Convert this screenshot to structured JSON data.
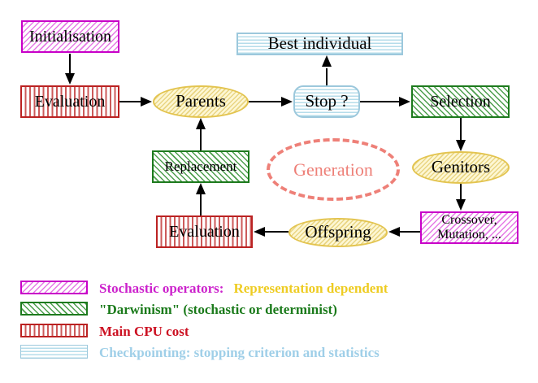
{
  "diagram": {
    "nodes": {
      "initialisation": {
        "label": "Initialisation"
      },
      "evaluation_top": {
        "label": "Evaluation"
      },
      "parents": {
        "label": "Parents"
      },
      "best_individual": {
        "label": "Best individual"
      },
      "stop": {
        "label": "Stop ?"
      },
      "selection": {
        "label": "Selection"
      },
      "replacement": {
        "label": "Replacement"
      },
      "generation": {
        "label": "Generation"
      },
      "genitors": {
        "label": "Genitors"
      },
      "crossover_mutation": {
        "line1": "Crossover,",
        "line2": "Mutation, ..."
      },
      "offspring": {
        "label": "Offspring"
      },
      "evaluation_bottom": {
        "label": "Evaluation"
      }
    },
    "edges": [
      {
        "from": "initialisation",
        "to": "evaluation_top"
      },
      {
        "from": "evaluation_top",
        "to": "parents"
      },
      {
        "from": "parents",
        "to": "stop"
      },
      {
        "from": "stop",
        "to": "best_individual"
      },
      {
        "from": "stop",
        "to": "selection"
      },
      {
        "from": "selection",
        "to": "genitors"
      },
      {
        "from": "genitors",
        "to": "crossover_mutation"
      },
      {
        "from": "crossover_mutation",
        "to": "offspring"
      },
      {
        "from": "offspring",
        "to": "evaluation_bottom"
      },
      {
        "from": "evaluation_bottom",
        "to": "replacement"
      },
      {
        "from": "replacement",
        "to": "parents"
      }
    ]
  },
  "legend": {
    "items": [
      {
        "pattern": "magenta-diagonal-hatch",
        "segments": [
          {
            "text": "Stochastic operators:",
            "color": "#cc22cc"
          },
          {
            "text": "Representation dependent",
            "color": "#eecc22"
          }
        ]
      },
      {
        "pattern": "green-diagonal-hatch",
        "segments": [
          {
            "text": "\"Darwinism\" (stochastic or determinist)",
            "color": "#1a7a1a"
          }
        ]
      },
      {
        "pattern": "red-vertical-stripes",
        "segments": [
          {
            "text": "Main CPU cost",
            "color": "#cc1122"
          }
        ]
      },
      {
        "pattern": "cyan-horizontal-stripes",
        "segments": [
          {
            "text": "Checkpointing: stopping criterion and statistics",
            "color": "#9fcfe8"
          }
        ]
      }
    ]
  },
  "colors": {
    "magenta_border": "#c800c8",
    "green_border": "#1d7a1d",
    "red_border": "#bb2222",
    "cyan_border": "#9cc8dc",
    "yellow_border": "#e3c44f",
    "salmon_dashed": "#ee8078",
    "arrow": "#000000",
    "background": "#ffffff"
  }
}
